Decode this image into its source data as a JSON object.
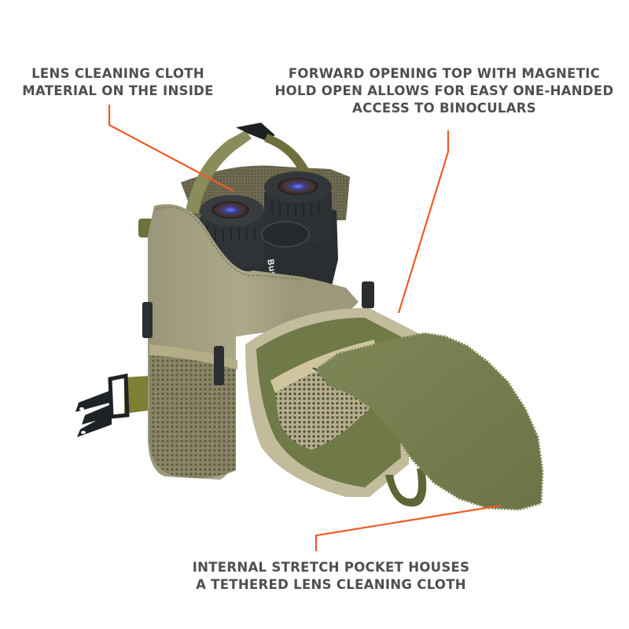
{
  "callouts": [
    {
      "id": "lens-cloth-material",
      "lines": [
        "LENS CLEANING CLOTH",
        "MATERIAL ON THE INSIDE"
      ]
    },
    {
      "id": "forward-opening-top",
      "lines": [
        "FORWARD OPENING TOP WITH MAGNETIC",
        "HOLD OPEN ALLOWS FOR EASY ONE-HANDED",
        "ACCESS TO BINOCULARS"
      ]
    },
    {
      "id": "internal-stretch-pocket",
      "lines": [
        "INTERNAL STRETCH POCKET HOUSES",
        "A TETHERED LENS CLEANING CLOTH"
      ]
    }
  ],
  "product": {
    "binocular_brand": "Bushnell",
    "bag_color": "#a8a486",
    "cloth_color": "#76804f",
    "strap_color": "#7c7f44",
    "hardware_color": "#23272a"
  },
  "colors": {
    "text": "#4d4f53",
    "leader_line": "#f05a23",
    "background": "#ffffff"
  }
}
